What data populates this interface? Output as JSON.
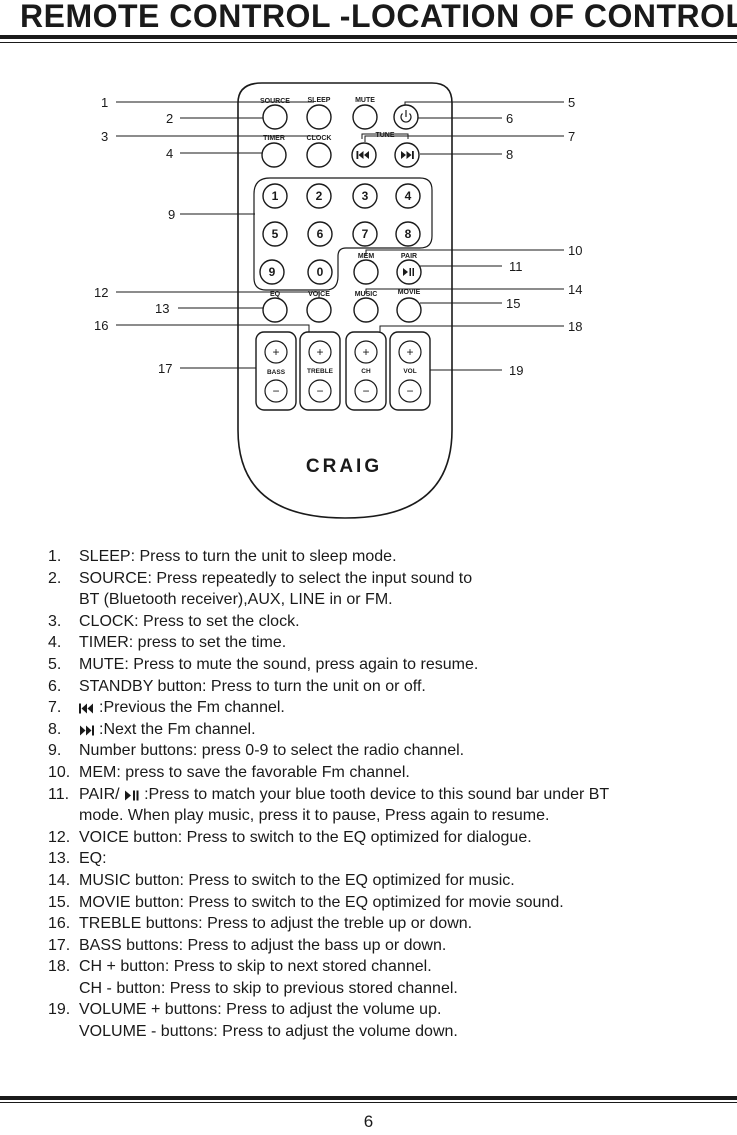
{
  "header": {
    "title": "REMOTE CONTROL -LOCATION OF CONTROLS"
  },
  "remote": {
    "top_labels": [
      "SOURCE",
      "SLEEP",
      "MUTE"
    ],
    "second_labels": [
      "TIMER",
      "CLOCK"
    ],
    "tune_label": "TUNE",
    "numbers": [
      "1",
      "2",
      "3",
      "4",
      "5",
      "6",
      "7",
      "8",
      "9",
      "0"
    ],
    "mem_label": "MEM",
    "pair_label": "PAIR",
    "mode_labels": [
      "EQ",
      "VOICE",
      "MUSIC",
      "MOVIE"
    ],
    "rocker_labels": [
      "BASS",
      "TREBLE",
      "CH",
      "VOL"
    ],
    "plus": "+",
    "minus": "−",
    "logo": "CRAIG"
  },
  "callouts": {
    "left": [
      "1",
      "2",
      "3",
      "4",
      "9",
      "12",
      "13",
      "16",
      "17"
    ],
    "right": [
      "5",
      "6",
      "7",
      "8",
      "10",
      "11",
      "14",
      "15",
      "18",
      "19"
    ]
  },
  "icons": {
    "prev": "previous-track-icon",
    "next": "next-track-icon",
    "play_pause": "play-pause-icon",
    "power": "power-icon"
  },
  "descriptions": [
    {
      "num": "1.",
      "lines": [
        "SLEEP: Press to turn the unit to sleep mode."
      ]
    },
    {
      "num": "2.",
      "lines": [
        "SOURCE: Press repeatedly to select the input sound to",
        "BT (Bluetooth receiver),AUX, LINE in or FM."
      ]
    },
    {
      "num": "3.",
      "lines": [
        "CLOCK: Press to set the clock."
      ]
    },
    {
      "num": "4.",
      "lines": [
        "TIMER: press to set the time."
      ]
    },
    {
      "num": "5.",
      "lines": [
        "MUTE: Press to mute the sound, press again to resume."
      ]
    },
    {
      "num": "6.",
      "lines": [
        "STANDBY button: Press to turn the unit on or off."
      ]
    },
    {
      "num": "7.",
      "icon": "prev",
      "lines": [
        ":Previous the Fm channel."
      ]
    },
    {
      "num": "8.",
      "icon": "next",
      "lines": [
        ":Next the Fm channel."
      ]
    },
    {
      "num": "9.",
      "lines": [
        "Number buttons: press 0-9 to select the radio channel."
      ]
    },
    {
      "num": "10.",
      "lines": [
        "MEM: press to save the favorable  Fm channel."
      ]
    },
    {
      "num": "11.",
      "prefix": "PAIR/",
      "icon": "play_pause",
      "lines": [
        ":Press to match your blue tooth device to this sound bar under BT",
        "mode. When play music, press it to pause, Press again to resume."
      ]
    },
    {
      "num": "12.",
      "lines": [
        "VOICE button: Press to switch to the EQ optimized for dialogue."
      ]
    },
    {
      "num": "13.",
      "lines": [
        "EQ:"
      ]
    },
    {
      "num": "14.",
      "lines": [
        "MUSIC button: Press to switch to the EQ optimized for music."
      ]
    },
    {
      "num": "15.",
      "lines": [
        "MOVIE button: Press to switch to the EQ optimized for movie sound."
      ]
    },
    {
      "num": "16.",
      "lines": [
        "TREBLE buttons: Press to adjust the treble up or down."
      ]
    },
    {
      "num": "17.",
      "lines": [
        "BASS buttons: Press to adjust the bass up or down."
      ]
    },
    {
      "num": "18.",
      "lines": [
        "CH + button: Press to skip to next stored channel.",
        "CH - button: Press to skip to previous stored channel."
      ]
    },
    {
      "num": "19.",
      "lines": [
        "VOLUME + buttons: Press to adjust the volume up.",
        "VOLUME - buttons: Press to adjust the volume down."
      ]
    }
  ],
  "footer": {
    "page_number": "6"
  }
}
